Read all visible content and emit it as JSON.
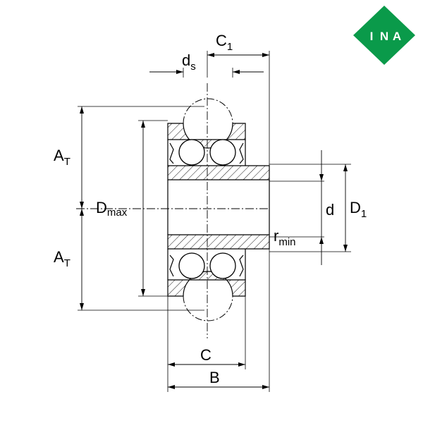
{
  "drawing": {
    "labels": {
      "C1": {
        "main": "C",
        "sub": "1"
      },
      "ds": {
        "main": "d",
        "sub": "s"
      },
      "AT_upper": {
        "main": "A",
        "sub": "T"
      },
      "AT_lower": {
        "main": "A",
        "sub": "T"
      },
      "Dmax": {
        "main": "D",
        "sub": "max"
      },
      "d": {
        "main": "d"
      },
      "D1": {
        "main": "D",
        "sub": "1"
      },
      "rmin": {
        "main": "r",
        "sub": "min"
      },
      "C": {
        "main": "C"
      },
      "B": {
        "main": "B"
      }
    }
  },
  "logo": {
    "letters": [
      "I",
      "N",
      "A"
    ],
    "colors": {
      "brand_green": "#0a9a4a",
      "letter": "#ffffff"
    }
  },
  "colors": {
    "line": "#000000",
    "hatch": "#000000",
    "background": "#ffffff"
  }
}
